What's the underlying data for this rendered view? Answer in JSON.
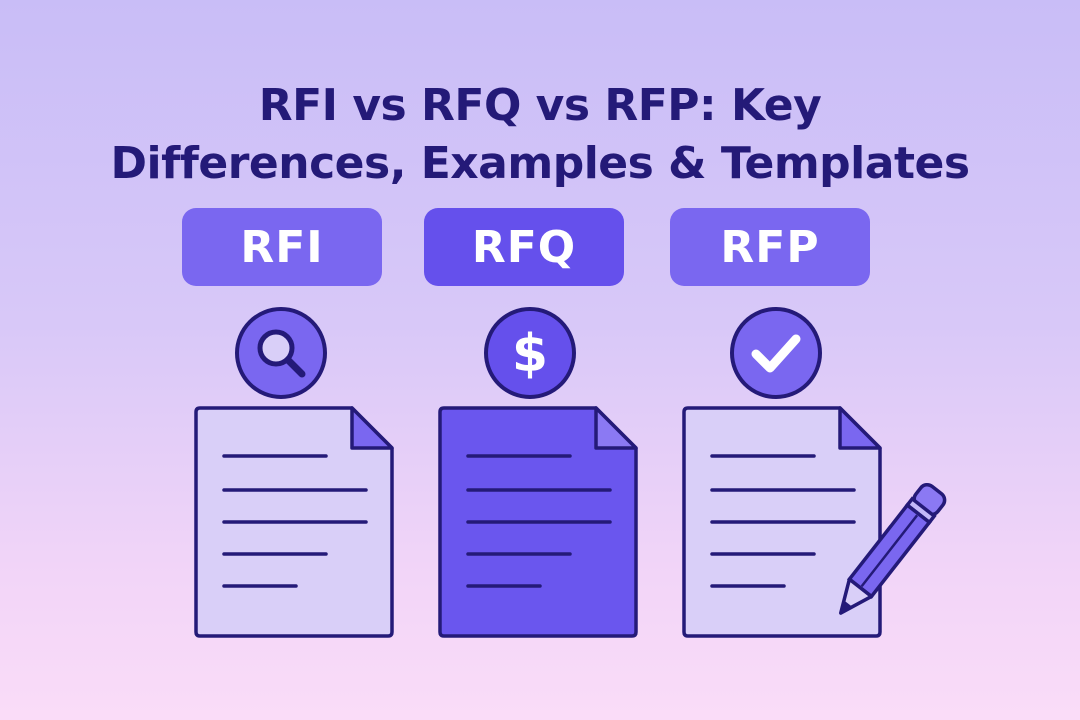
{
  "title": {
    "line1": "RFI vs RFQ vs RFP: Key",
    "line2": "Differences, Examples & Templates"
  },
  "columns": [
    {
      "label": "RFI",
      "icon": "magnifier-icon"
    },
    {
      "label": "RFQ",
      "icon": "dollar-icon"
    },
    {
      "label": "RFP",
      "icon": "checkmark-icon"
    }
  ],
  "colors": {
    "title": "#241a78",
    "outline": "#241a78",
    "accent": "#6550ec",
    "accent_light": "#7a67f0",
    "paper": "#d9cff8"
  }
}
